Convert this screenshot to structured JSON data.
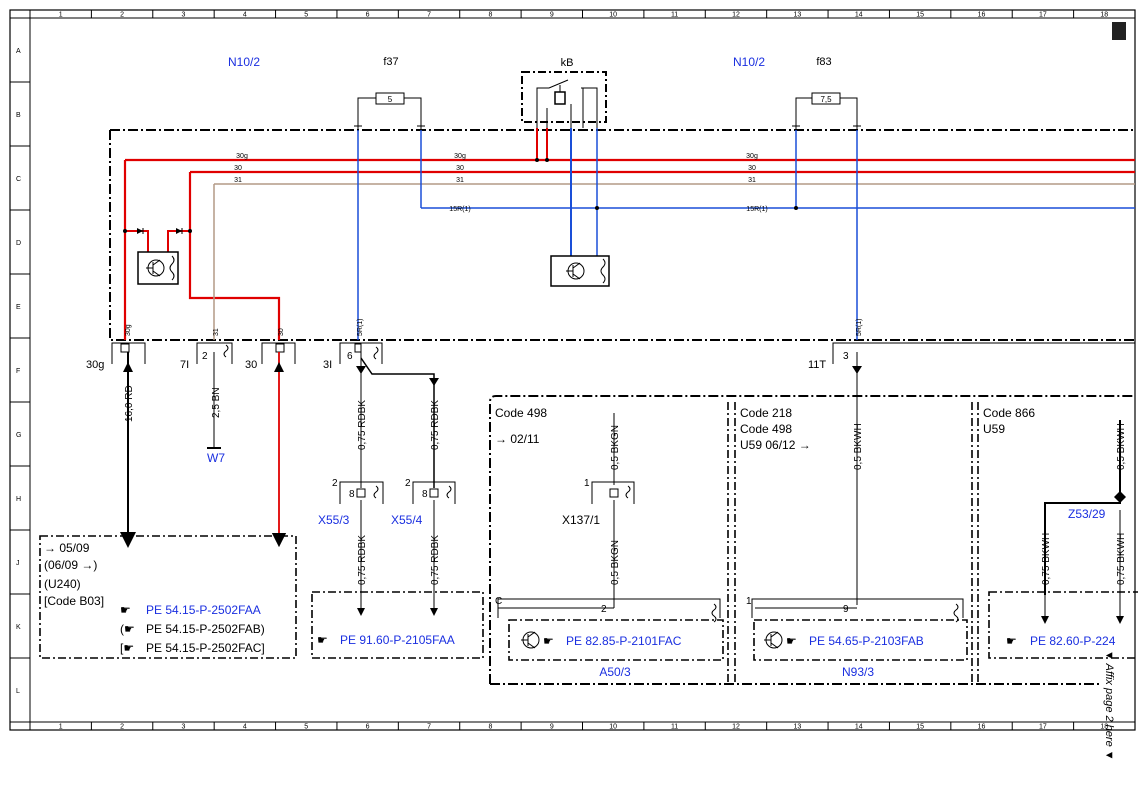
{
  "grid": {
    "columns": [
      "1",
      "2",
      "3",
      "4",
      "5",
      "6",
      "7",
      "8",
      "9",
      "10",
      "11",
      "12",
      "13",
      "14",
      "15",
      "16",
      "17",
      "18"
    ],
    "rows": [
      "A",
      "B",
      "C",
      "D",
      "E",
      "F",
      "G",
      "H",
      "J",
      "K",
      "L"
    ]
  },
  "components": {
    "n10_2_left": "N10/2",
    "n10_2_right": "N10/2",
    "f37": "f37",
    "f83": "f83",
    "kb": "kB",
    "fuse_f37_value": "5",
    "fuse_f83_value": "7,5",
    "w7": "W7",
    "x55_3": "X55/3",
    "x55_4": "X55/4",
    "x137_1": "X137/1",
    "a50_3": "A50/3",
    "n93_3": "N93/3",
    "z53_29": "Z53/29"
  },
  "bus_labels": {
    "b30g": "30g",
    "b30": "30",
    "b31": "31",
    "b15r": "15R(1)"
  },
  "pin_labels": {
    "pin_30g": "30g",
    "pin_30": "30",
    "pin_31": "31",
    "pin_5r": "5R(1)",
    "pin_1": "1",
    "pin_2": "2",
    "pin_3": "3",
    "pin_6": "6",
    "pin_8": "8",
    "pin_9": "9"
  },
  "connectors": {
    "c30g": "30g",
    "c7i": "7I",
    "c30": "30",
    "c3i": "3I",
    "c11t": "11T",
    "c_c": "C"
  },
  "wires": {
    "w_16_rd": "16,0 RD",
    "w_25_bn": "2,5 BN",
    "w_075_rdbk": "0,75 RDBK",
    "w_05_bkgn": "0,5 BKGN",
    "w_05_bkwh": "0,5 BKWH",
    "w_075_bkwh": "0,75 BKWH"
  },
  "notes": {
    "left_box_l1": "→ 05/09",
    "left_box_l2": "(06/09 →)",
    "left_box_l3": "(U240)",
    "left_box_l4": "[Code B03]",
    "code498": "Code 498",
    "see_0211": "→ 02/11",
    "code218": "Code 218",
    "code498b": "Code 498",
    "u59_0612": "U59   06/12 →",
    "code866": "Code 866",
    "u59": "U59",
    "affix": "▼ Affix page 2 here ▼"
  },
  "refs": {
    "pe_2502faa": "PE 54.15-P-2502FAA",
    "pe_2502fab": "PE 54.15-P-2502FAB)",
    "pe_2502fac": "PE 54.15-P-2502FAC]",
    "pe_2105faa": "PE 91.60-P-2105FAA",
    "pe_2101fac": "PE 82.85-P-2101FAC",
    "pe_2103fab": "PE 54.65-P-2103FAB",
    "pe_224": "PE 82.60-P-224"
  },
  "colors": {
    "red_wire": "#e00000",
    "blue_wire": "#1a4fd8",
    "brown_wire": "#b49a86",
    "link_blue": "#1a2fe0",
    "ink": "#000000"
  }
}
